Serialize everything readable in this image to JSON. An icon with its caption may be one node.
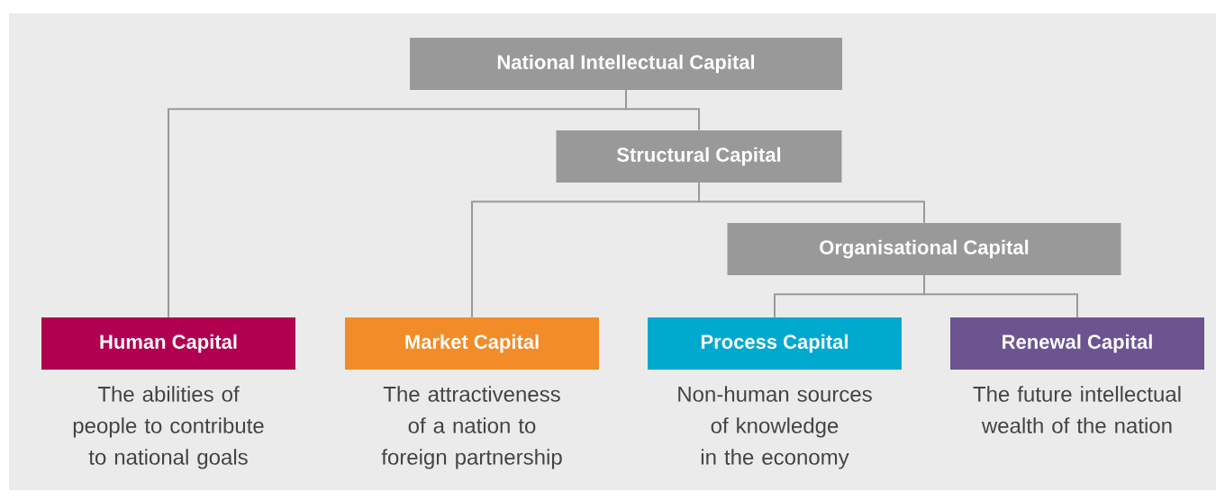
{
  "diagram": {
    "nodes": [
      {
        "text": [
          "National Intellectual Capital"
        ]
      },
      {
        "text": [
          "Structural Capital"
        ]
      },
      {
        "text": [
          "Organisational Capital"
        ]
      },
      {
        "text": [
          "Human Capital"
        ],
        "beside": [
          "The abilities of people to contribute to national goals"
        ]
      },
      {
        "text": [
          "Market Capital"
        ],
        "beside": [
          "The attractiveness of a nation to foreign partnership"
        ]
      },
      {
        "text": [
          "Process Capital"
        ],
        "beside": [
          "Non-human sources of knowledge in the economy"
        ]
      },
      {
        "text": [
          "Renewal Capital"
        ],
        "beside": [
          "The future intellectual wealth of the nation"
        ]
      }
    ],
    "edges": [
      {
        "from": 0,
        "to": 3,
        "arrow": "none"
      },
      {
        "from": 0,
        "to": 1,
        "arrow": "none"
      },
      {
        "from": 1,
        "to": 4,
        "arrow": "none"
      },
      {
        "from": 1,
        "to": 2,
        "arrow": "none"
      },
      {
        "from": 2,
        "to": 5,
        "arrow": "none"
      },
      {
        "from": 2,
        "to": 6,
        "arrow": "none"
      }
    ]
  }
}
